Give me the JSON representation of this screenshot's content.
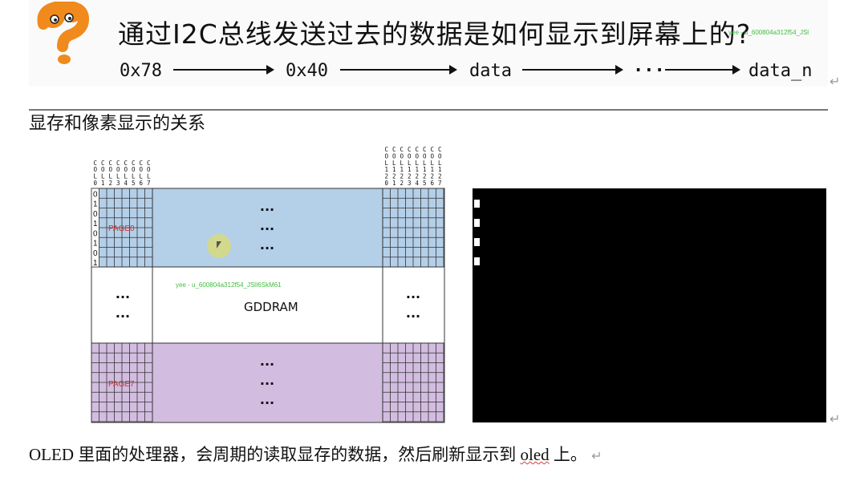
{
  "slide": {
    "title": "通过I2C总线发送过去的数据是如何显示到屏幕上的?",
    "sequence": [
      "0x78",
      "0x40",
      "data",
      "···",
      "data_n"
    ],
    "watermark": "yee - u_600804a312f54_JSl"
  },
  "heading": "显存和像素显示的关系",
  "diagram": {
    "left_col_headers": [
      "COL0",
      "COL1",
      "COL2",
      "COL3",
      "COL4",
      "COL5",
      "COL6",
      "COL7"
    ],
    "right_col_headers": [
      "COL120",
      "COL121",
      "COL122",
      "COL123",
      "COL124",
      "COL125",
      "COL126",
      "COL127"
    ],
    "page0_bits": [
      "0",
      "1",
      "0",
      "1",
      "0",
      "1",
      "0",
      "1"
    ],
    "page0_label": "PAGE0",
    "page7_label": "PAGE7",
    "center_label": "GDDRAM",
    "ellipsis": "···",
    "watermark": "yee - u_600804a312f54_JSlI6SkM61",
    "colors": {
      "page0": "#b4cfe8",
      "page7": "#d2bde0",
      "grid_line": "#333333"
    }
  },
  "oled": {
    "background": "#000000",
    "lit_pixel_rows": [
      0,
      2,
      4,
      6
    ]
  },
  "body_text": {
    "before": "OLED 里面的处理器，会周期的读取显存的数据，然后刷新显示到 ",
    "word": "oled",
    "after": " 上。"
  },
  "return_mark": "↵"
}
